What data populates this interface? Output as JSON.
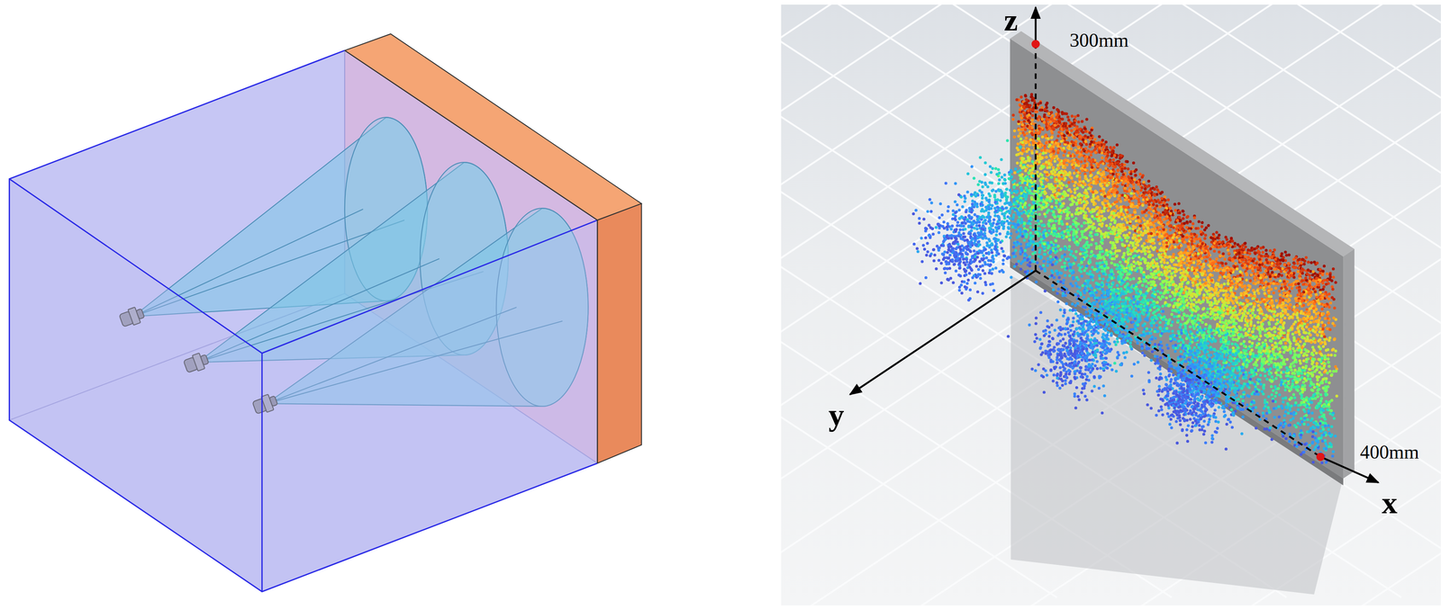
{
  "diagram": {
    "labels": [
      "z",
      "300mm",
      "y",
      "400mm",
      "x"
    ]
  }
}
